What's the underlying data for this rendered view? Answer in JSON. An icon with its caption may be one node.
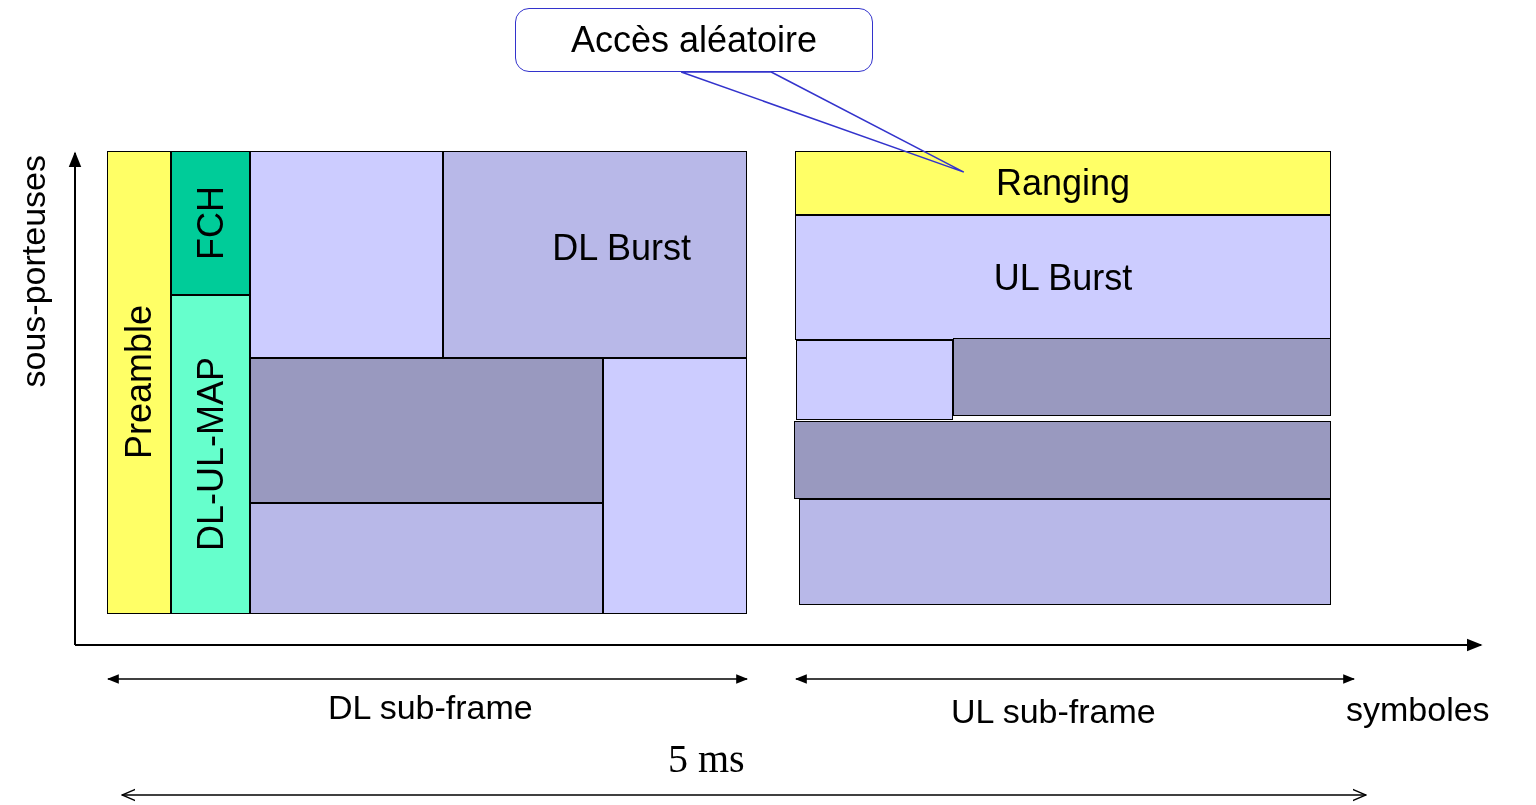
{
  "diagram": {
    "nodes": [
      {
        "text": [
          "Accès aléatoire"
        ]
      },
      {
        "text": [
          "Preamble"
        ]
      },
      {
        "text": [
          "FCH"
        ]
      },
      {
        "text": [
          "DL-UL-MAP"
        ]
      },
      {
        "text": [],
        "shape": "box"
      },
      {
        "text": [
          "DL Burst"
        ]
      },
      {
        "text": [],
        "shape": "box"
      },
      {
        "text": [],
        "shape": "box"
      },
      {
        "text": [],
        "shape": "box"
      },
      {
        "text": [
          "Ranging"
        ]
      },
      {
        "text": [
          "UL Burst"
        ]
      },
      {
        "text": [],
        "shape": "box"
      },
      {
        "text": [],
        "shape": "box"
      },
      {
        "text": [],
        "shape": "box"
      },
      {
        "text": [],
        "shape": "box"
      }
    ],
    "edges": [
      {
        "from": 0,
        "to": 9,
        "arrow": "none"
      }
    ],
    "labels": [
      "sous-porteuses",
      "DL sub-frame",
      "UL sub-frame",
      "symboles",
      "5 ms"
    ]
  }
}
